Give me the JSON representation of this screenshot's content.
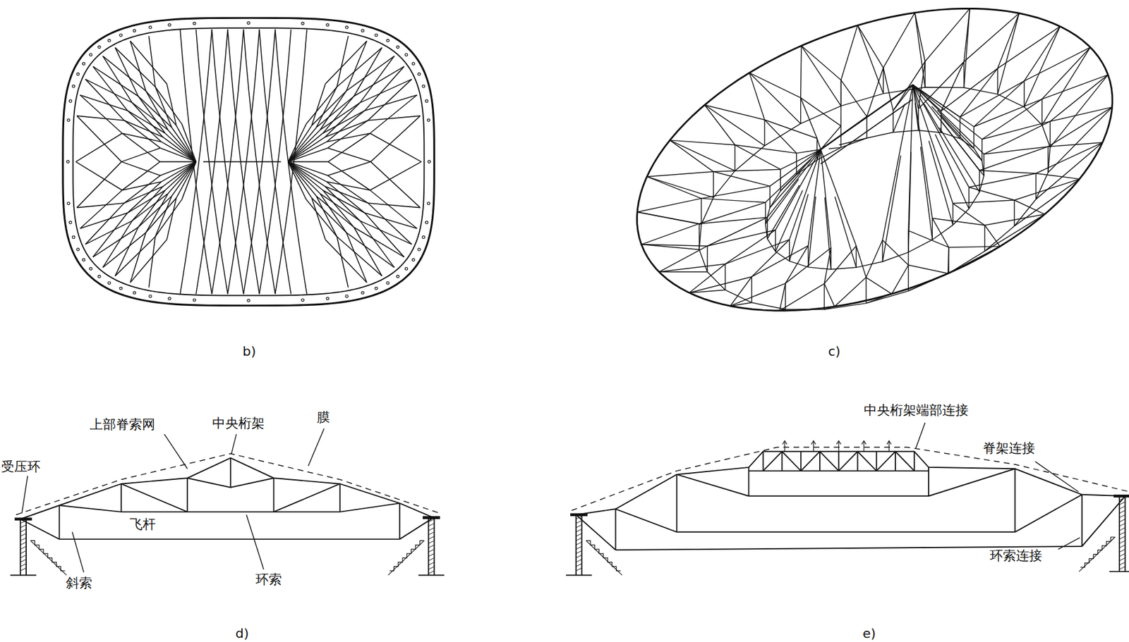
{
  "diagram": {
    "labels": [
      "b)",
      "c)",
      "受压环",
      "上部脊索网",
      "中央桁架",
      "膜",
      "飞杆",
      "斜索",
      "环索",
      "d)",
      "中央桁架端部连接",
      "脊架连接",
      "环索连接",
      "e)"
    ]
  }
}
